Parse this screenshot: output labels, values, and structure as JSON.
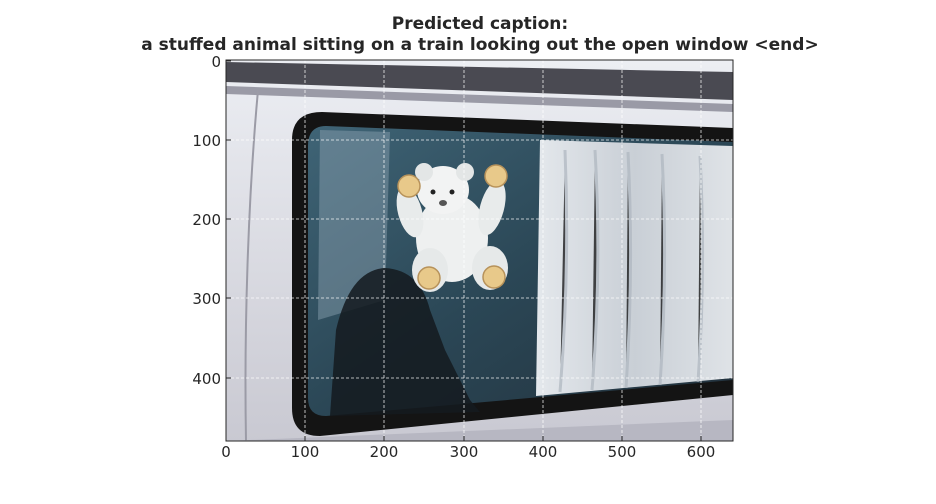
{
  "figure": {
    "title_line1": "Predicted caption:",
    "title_line2": "a stuffed animal sitting on a train looking out the open window <end>"
  },
  "axes": {
    "xlim": [
      0,
      640
    ],
    "ylim": [
      480,
      0
    ],
    "x_ticks": [
      "0",
      "100",
      "200",
      "300",
      "400",
      "500",
      "600"
    ],
    "y_ticks": [
      "0",
      "100",
      "200",
      "300",
      "400"
    ],
    "grid": true,
    "grid_color": "#ffffff"
  },
  "photo": {
    "subject": "white teddy bear with suction cups on a train window",
    "colors": {
      "van_body": "#d8d8e0",
      "window_frame": "#1a1a1a",
      "glass": "#2e4a5c",
      "curtain": "#d9dde2",
      "bear": "#eef0f0",
      "suction_cup": "#e8c98a",
      "roof_trim": "#3a3a40"
    }
  }
}
